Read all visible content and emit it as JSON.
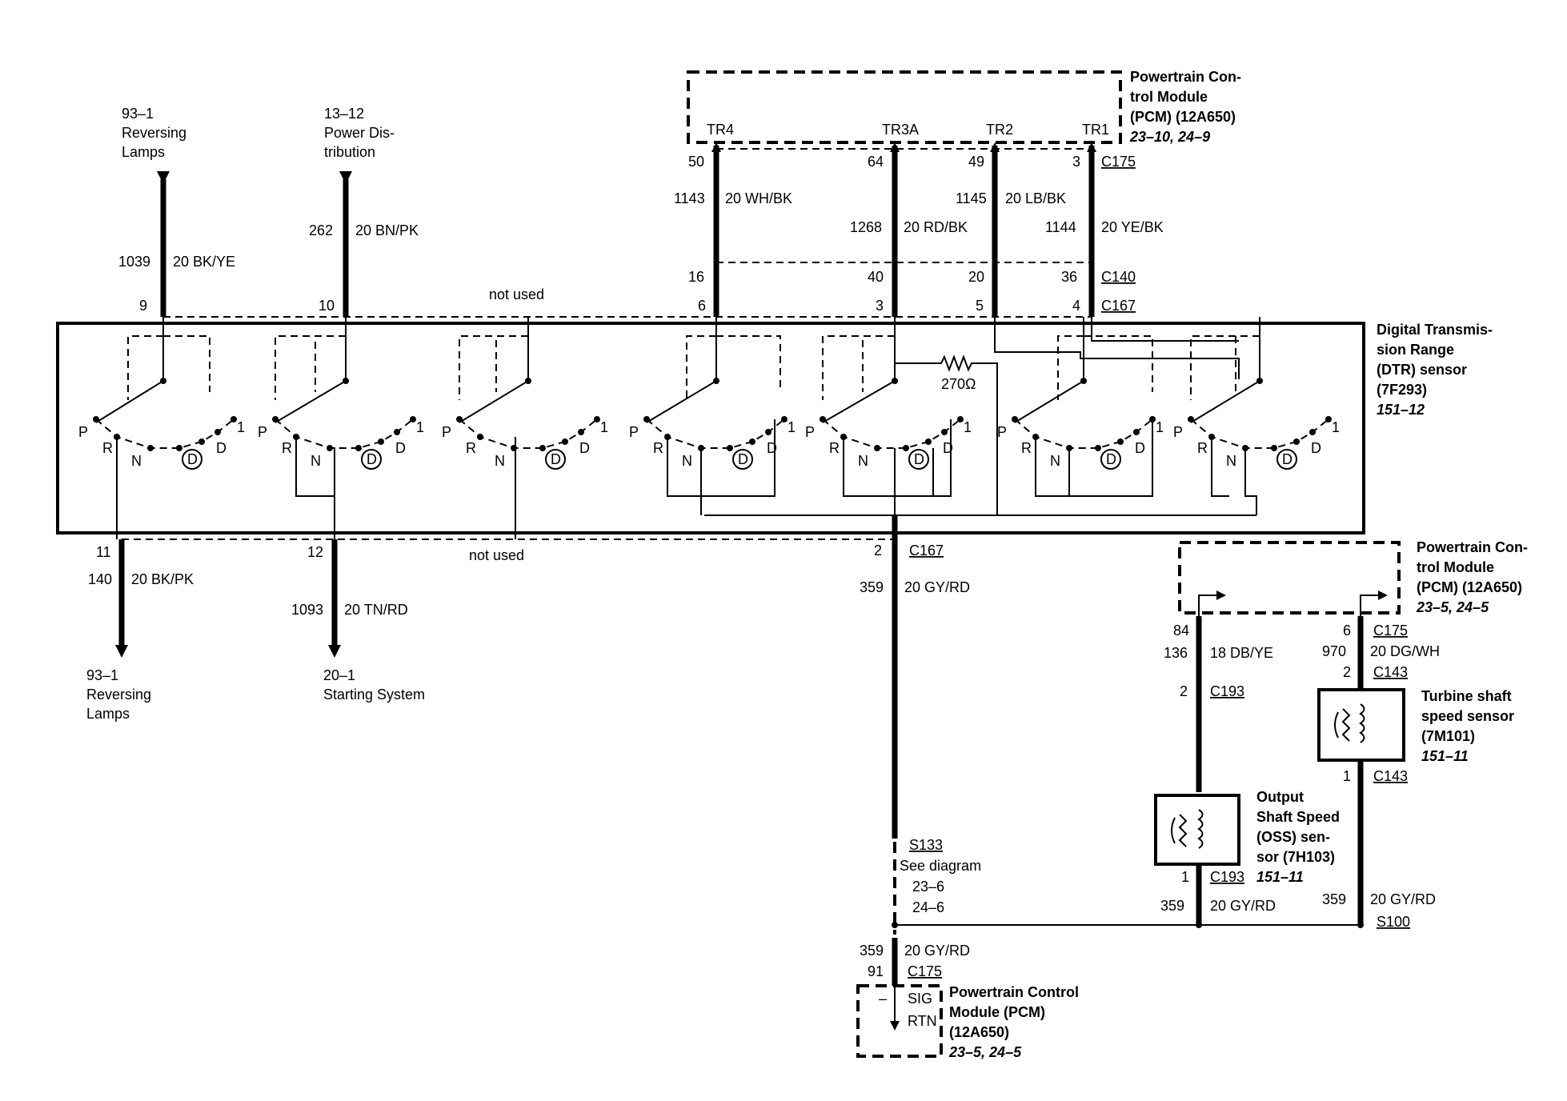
{
  "top_left": {
    "rev_ref": "93–1",
    "rev_l1": "Reversing",
    "rev_l2": "Lamps",
    "pwr_ref": "13–12",
    "pwr_l1": "Power Dis-",
    "pwr_l2": "tribution"
  },
  "wires_top_left": {
    "w1039": "1039",
    "w1039_desc": "20 BK/YE",
    "pin9": "9",
    "w262": "262",
    "w262_desc": "20 BN/PK",
    "pin10": "10",
    "not_used_top": "not used"
  },
  "pcm_top": {
    "l1": "Powertrain Con-",
    "l2": "trol Module",
    "l3": "(PCM) (12A650)",
    "ref": "23–10, 24–9",
    "tr4": "TR4",
    "tr3a": "TR3A",
    "tr2": "TR2",
    "tr1": "TR1",
    "p50": "50",
    "p64": "64",
    "p49": "49",
    "p3": "3",
    "c175": "C175",
    "w1143": "1143",
    "w1143_desc": "20 WH/BK",
    "w1268": "1268",
    "w1268_desc": "20 RD/BK",
    "w1145": "1145",
    "w1145_desc": "20 LB/BK",
    "w1144": "1144",
    "w1144_desc": "20 YE/BK",
    "p16": "16",
    "p40": "40",
    "p20": "20",
    "p36": "36",
    "c140": "C140",
    "p6": "6",
    "p3b": "3",
    "p5": "5",
    "p4": "4",
    "c167": "C167"
  },
  "dtr": {
    "l1": "Digital Transmis-",
    "l2": "sion Range",
    "l3": "(DTR) sensor",
    "l4": "(7F293)",
    "ref": "151–12",
    "resistor": "270Ω",
    "pos_p": "P",
    "pos_r": "R",
    "pos_n": "N",
    "pos_dcirc": "D",
    "pos_d": "D",
    "pos_1": "1"
  },
  "bottom_left": {
    "pin11": "11",
    "w140": "140",
    "w140_desc": "20 BK/PK",
    "pin12": "12",
    "w1093": "1093",
    "w1093_desc": "20 TN/RD",
    "not_used_bottom": "not used",
    "rev_ref": "93–1",
    "rev_l1": "Reversing",
    "rev_l2": "Lamps",
    "start_ref": "20–1",
    "start_l1": "Starting System"
  },
  "center": {
    "pin2": "2",
    "c167": "C167",
    "w359": "359",
    "w359_desc": "20 GY/RD",
    "s133": "S133",
    "see": "See diagram",
    "ref1": "23–6",
    "ref2": "24–6",
    "w359b": "359",
    "w359b_desc": "20 GY/RD",
    "pin91": "91",
    "c175": "C175"
  },
  "pcm_bottom": {
    "sig": "SIG",
    "rtn": "RTN",
    "minus": "–",
    "l1": "Powertrain Control",
    "l2": "Module (PCM)",
    "l3": "(12A650)",
    "ref": "23–5, 24–5"
  },
  "pcm_right": {
    "l1": "Powertrain Con-",
    "l2": "trol Module",
    "l3": "(PCM) (12A650)",
    "ref": "23–5, 24–5",
    "p84": "84",
    "w136": "136",
    "w136_desc": "18 DB/YE",
    "p2": "2",
    "c193": "C193",
    "p6": "6",
    "c175": "C175",
    "w970": "970",
    "w970_desc": "20 DG/WH",
    "p2b": "2",
    "c143": "C143"
  },
  "turbine": {
    "l1": "Turbine shaft",
    "l2": "speed sensor",
    "l3": "(7M101)",
    "ref": "151–11",
    "p1": "1",
    "c143": "C143"
  },
  "oss": {
    "l1": "Output",
    "l2": "Shaft Speed",
    "l3": "(OSS) sen-",
    "l4": "sor (7H103)",
    "ref": "151–11",
    "p1": "1",
    "c193": "C193",
    "w359": "359",
    "w359_desc": "20 GY/RD"
  },
  "right_bottom": {
    "w359": "359",
    "w359_desc": "20 GY/RD",
    "s100": "S100"
  }
}
